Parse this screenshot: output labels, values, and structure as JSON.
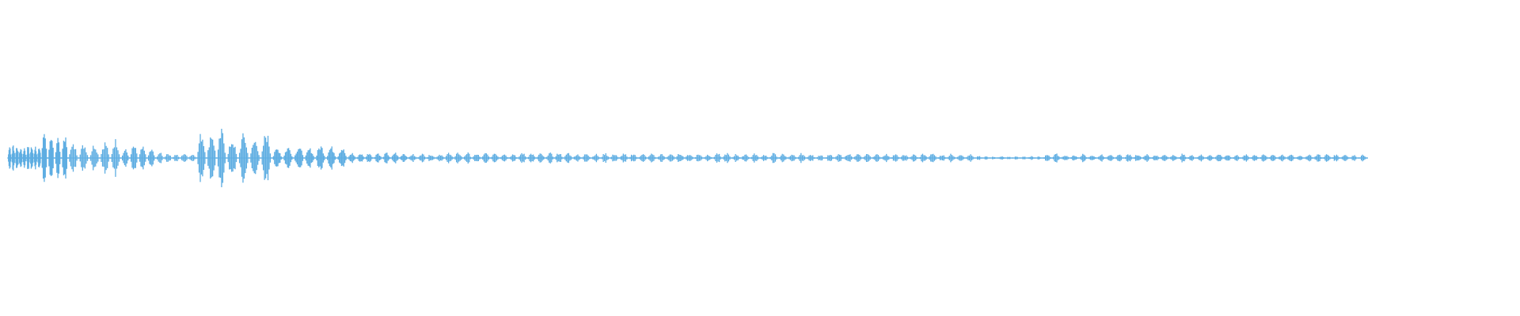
{
  "waveform": {
    "color": "#5dade2",
    "background": "#ffffff",
    "duration_ratio": 0.9,
    "segments": [
      {
        "start": 0.0,
        "end": 0.022,
        "peak": 0.22,
        "bursts": 9
      },
      {
        "start": 0.022,
        "end": 0.04,
        "peak": 0.42,
        "bursts": 4
      },
      {
        "start": 0.04,
        "end": 0.075,
        "peak": 0.28,
        "bursts": 5
      },
      {
        "start": 0.075,
        "end": 0.098,
        "peak": 0.18,
        "bursts": 4
      },
      {
        "start": 0.098,
        "end": 0.125,
        "peak": 0.08,
        "bursts": 5
      },
      {
        "start": 0.125,
        "end": 0.145,
        "peak": 0.52,
        "bursts": 3
      },
      {
        "start": 0.145,
        "end": 0.175,
        "peak": 0.36,
        "bursts": 4
      },
      {
        "start": 0.175,
        "end": 0.225,
        "peak": 0.2,
        "bursts": 7
      },
      {
        "start": 0.225,
        "end": 0.265,
        "peak": 0.08,
        "bursts": 7
      },
      {
        "start": 0.265,
        "end": 0.38,
        "peak": 0.08,
        "bursts": 19
      },
      {
        "start": 0.38,
        "end": 0.64,
        "peak": 0.07,
        "bursts": 42
      },
      {
        "start": 0.64,
        "end": 0.685,
        "peak": 0.03,
        "bursts": 9
      },
      {
        "start": 0.685,
        "end": 0.9,
        "peak": 0.06,
        "bursts": 36
      }
    ]
  }
}
